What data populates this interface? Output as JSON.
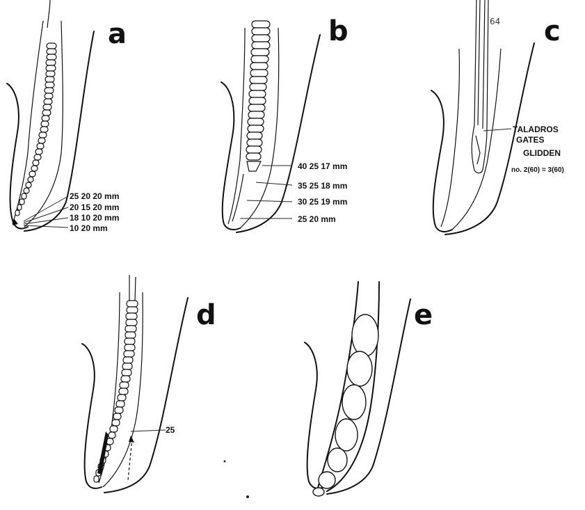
{
  "panels": {
    "a": {
      "letter": "a",
      "labels": [
        "25  20 20 mm",
        "20  15 20 mm",
        "18  10 20 mm",
        "10        20 mm"
      ]
    },
    "b": {
      "letter": "b",
      "labels": [
        "40  25 17 mm",
        "35  25 18 mm",
        "30  25 19 mm",
        "25         20 mm"
      ]
    },
    "c": {
      "letter": "c",
      "mark": "64",
      "label_lines": [
        "TALADROS",
        "GATES",
        "GLIDDEN"
      ],
      "note": "no. 2(60) = 3(60)"
    },
    "d": {
      "letter": "d",
      "label": "25"
    },
    "e": {
      "letter": "e"
    }
  }
}
